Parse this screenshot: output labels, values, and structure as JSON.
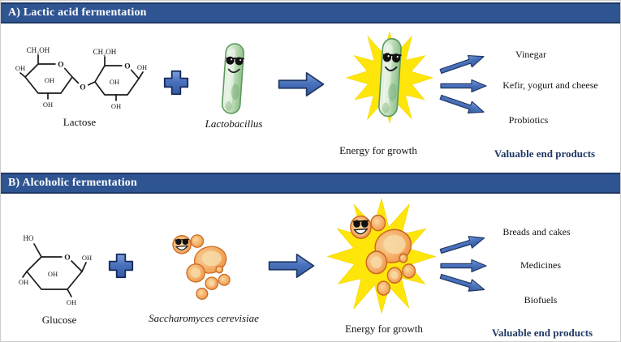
{
  "colors": {
    "header_bg": "#2e5491",
    "header_border": "#1f3864",
    "arrow_blue": "#4472c4",
    "arrow_border": "#1f3864",
    "burst_yellow": "#ffe60a",
    "caption_navy": "#1f3864",
    "bacterium_green": "#8fc08b",
    "yeast_orange": "#ef8f3e"
  },
  "icons": {
    "plus": "plus-icon",
    "block_arrow": "block-arrow-right-icon",
    "fan_arrows": "fan-arrow-icon",
    "burst": "energy-burst-icon",
    "lactobacillus": "lactobacillus-bacterium-icon",
    "yeast": "yeast-cells-icon",
    "lactose_structure": "lactose-molecule-icon",
    "glucose_structure": "glucose-molecule-icon"
  },
  "chemistry": {
    "ch2oh": "CH₂OH",
    "ho": "HO",
    "oxygen": "O",
    "hydroxyl": "OH"
  },
  "sections": [
    {
      "header": "A) Lactic acid fermentation",
      "substrate": "Lactose",
      "microbe": "Lactobacillus",
      "energy": "Energy for growth",
      "products": [
        "Vinegar",
        "Kefir, yogurt and cheese",
        "Probiotics"
      ],
      "caption": "Valuable end products"
    },
    {
      "header": "B) Alcoholic fermentation",
      "substrate": "Glucose",
      "microbe": "Saccharomyces cerevisiae",
      "energy": "Energy for growth",
      "products": [
        "Breads and cakes",
        "Medicines",
        "Biofuels"
      ],
      "caption": "Valuable end products"
    }
  ]
}
